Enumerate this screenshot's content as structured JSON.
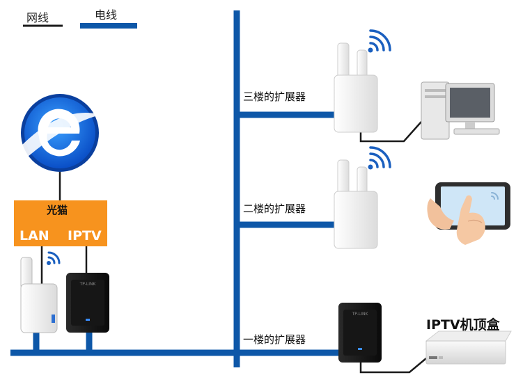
{
  "legend": {
    "network_cable": "网线",
    "power_line": "电线"
  },
  "modem": {
    "title": "光猫",
    "port_lan": "LAN",
    "port_iptv": "IPTV"
  },
  "floors": {
    "third": "三楼的扩展器",
    "second": "二楼的扩展器",
    "first": "一楼的扩展器"
  },
  "devices": {
    "set_top_box": "IPTV机顶盒"
  },
  "colors": {
    "power_line": "#0d57a8",
    "network_cable": "#1a1a1a",
    "modem": "#f7931e",
    "wifi": "#1a5fbf"
  },
  "icons": [
    "internet-explorer-icon",
    "wifi-icon",
    "desktop-computer-icon",
    "tablet-icon",
    "powerline-adapter-icon",
    "set-top-box-icon"
  ]
}
